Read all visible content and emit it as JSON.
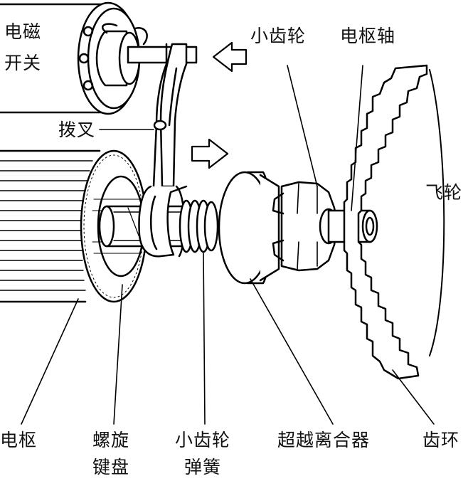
{
  "labels": {
    "solenoid_switch": [
      "电磁",
      "开关"
    ],
    "pinion": "小齿轮",
    "armature_shaft": "电枢轴",
    "shift_fork": "拨叉",
    "flywheel": "飞轮",
    "armature": "电枢",
    "helical_spline": [
      "螺旋",
      "键盘"
    ],
    "pinion_spring": [
      "小齿轮",
      "弹簧"
    ],
    "overrunning_clutch": "超越离合器",
    "ring_gear": "齿环"
  },
  "arrows": [
    {
      "name": "solenoid-push-arrow",
      "direction": "left"
    },
    {
      "name": "pinion-engage-arrow",
      "direction": "right"
    }
  ]
}
